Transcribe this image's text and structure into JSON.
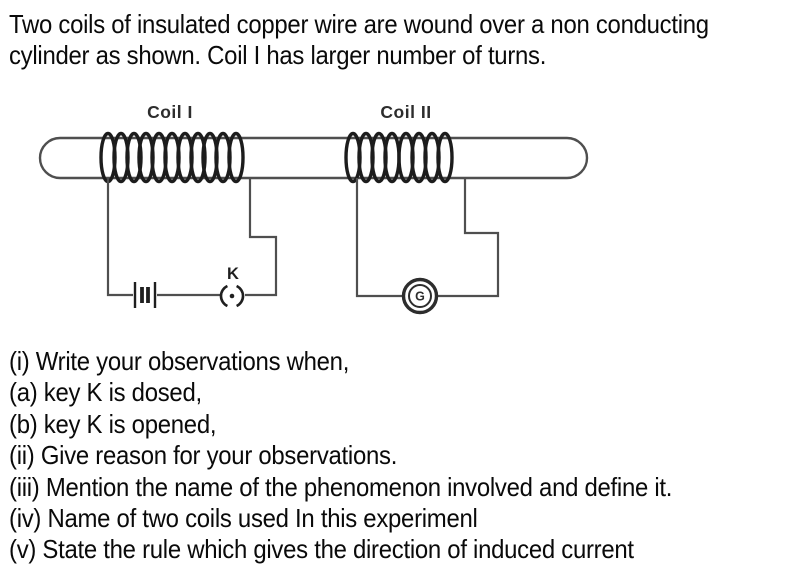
{
  "intro": {
    "line1": "Two coils of insulated copper wire are wound over a non conducting",
    "line2": "cylinder as shown. Coil I has larger number of turns."
  },
  "diagram": {
    "coil1_label": "Coil I",
    "coil2_label": "Coil II",
    "key_label": "K",
    "galvanometer_label": "G",
    "colors": {
      "wire_gray": "#4f4f4f",
      "coil_dark": "#1c1c1c",
      "label_gray": "#2d2d2d"
    }
  },
  "questions": [
    "(i) Write your observations when,",
    "(a) key K is dosed,",
    "(b) key K is opened,",
    "(ii) Give reason for your observations.",
    "(iii) Mention the name of the phenomenon involved and define it.",
    "(iv) Name of two coils used In this experimenl",
    "(v) State the rule which gives the direction of induced current"
  ]
}
